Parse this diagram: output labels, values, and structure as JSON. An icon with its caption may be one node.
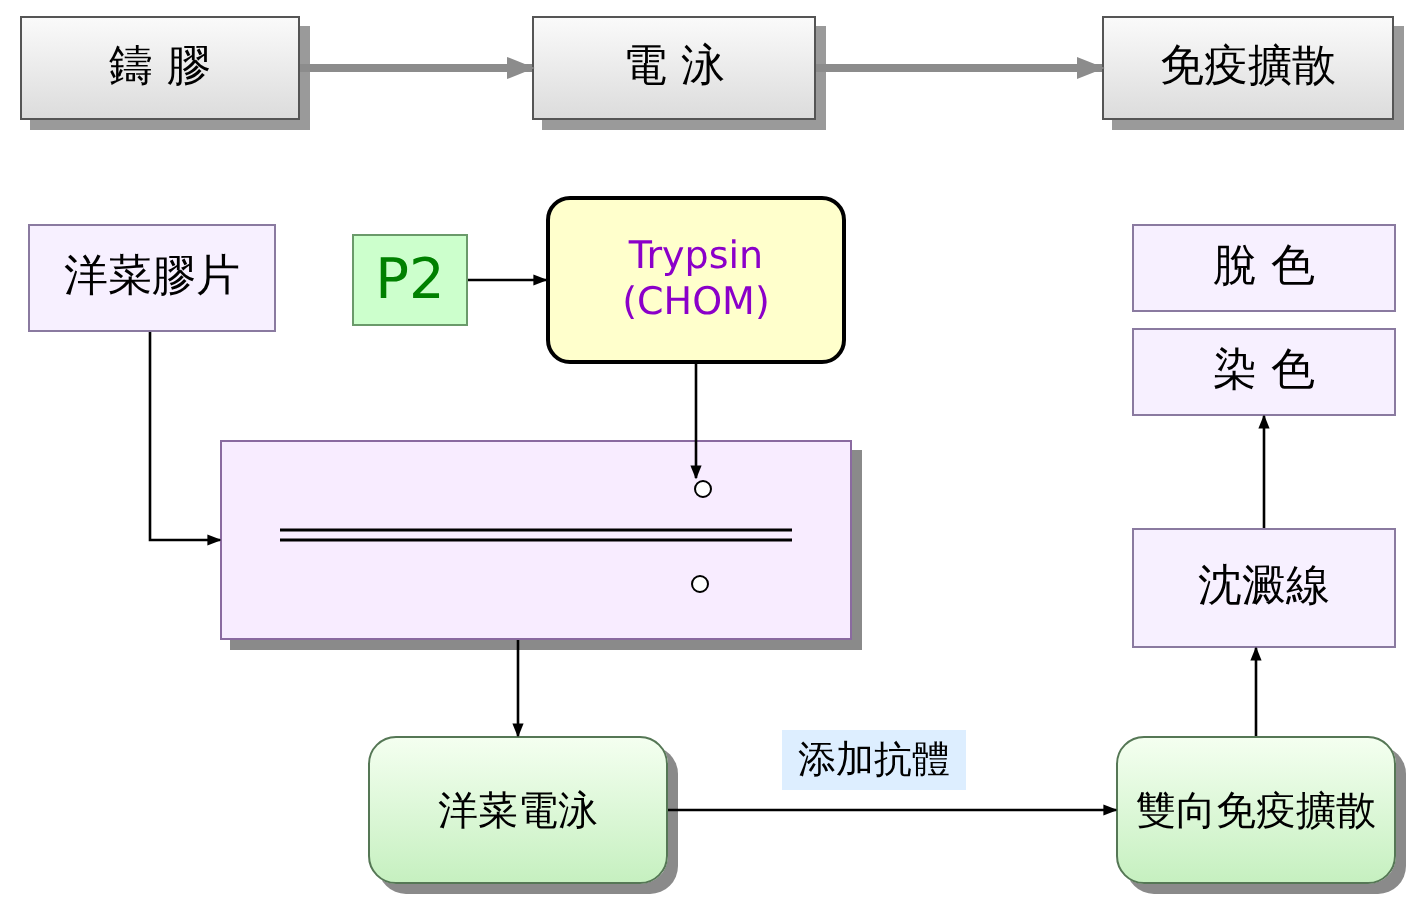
{
  "diagram": {
    "nodes": [
      {
        "text": [
          "鑄 膠"
        ]
      },
      {
        "text": [
          "電 泳"
        ]
      },
      {
        "text": [
          "免疫擴散"
        ]
      },
      {
        "text": [
          "洋菜膠片"
        ]
      },
      {
        "text": [
          "P2"
        ]
      },
      {
        "text": [
          "Trypsin (CHOM)"
        ]
      },
      {
        "text": [],
        "shape": "box"
      },
      {
        "text": [],
        "shape": "circle",
        "in": 6
      },
      {
        "text": [
          "洋菜電泳"
        ]
      },
      {
        "text": [
          "雙向免疫擴散"
        ]
      },
      {
        "text": [
          "沈澱線"
        ]
      },
      {
        "text": [
          "染 色"
        ]
      },
      {
        "text": [
          "脫 色"
        ]
      }
    ],
    "edges": [
      {
        "from": 0,
        "to": 1,
        "arrow": "to",
        "style": "thick",
        "color": "#8c8c8c"
      },
      {
        "from": 1,
        "to": 2,
        "arrow": "to",
        "style": "thick",
        "color": "#8c8c8c"
      },
      {
        "from": 3,
        "to": 6,
        "arrow": "to"
      },
      {
        "from": 4,
        "to": 5,
        "arrow": "to"
      },
      {
        "from": 5,
        "to": 7,
        "arrow": "to"
      },
      {
        "from": 6,
        "to": 8,
        "arrow": "to"
      },
      {
        "from": 8,
        "to": 9,
        "arrow": "to",
        "label": "添加抗體"
      },
      {
        "from": 9,
        "to": 10,
        "arrow": "to"
      },
      {
        "from": 10,
        "to": 11,
        "arrow": "to"
      }
    ]
  }
}
